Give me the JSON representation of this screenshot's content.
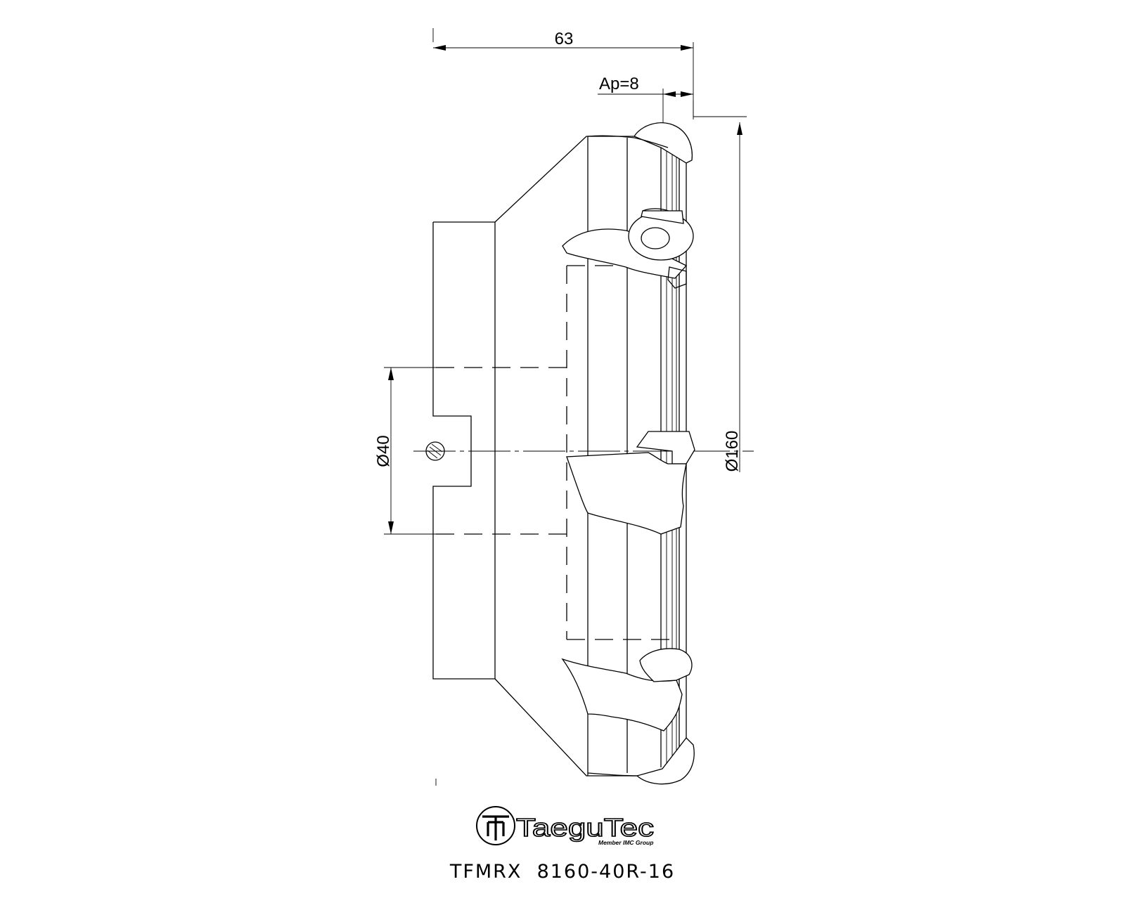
{
  "drawing": {
    "dimensions": {
      "overall_length": "63",
      "depth_of_cut": "Ap=8",
      "bore_diameter": "Ø40",
      "cutter_diameter": "Ø160"
    }
  },
  "logo": {
    "brand": "TaeguTec",
    "tagline": "Member IMC Group"
  },
  "model": {
    "designation": "TFMRX  8160-40R-16"
  }
}
